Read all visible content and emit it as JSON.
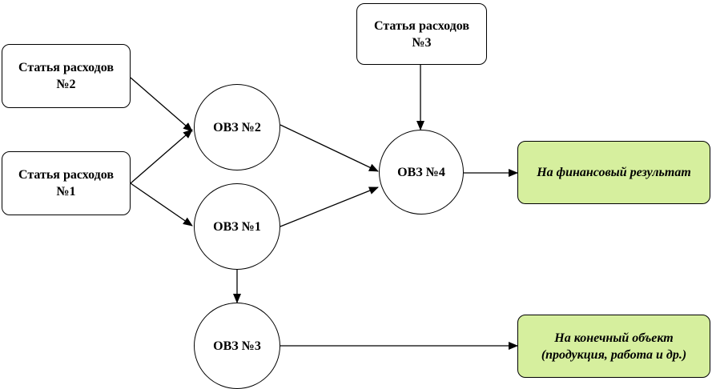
{
  "diagram": {
    "boxes": {
      "expense3": {
        "line1": "Статья расходов",
        "line2": "№3"
      },
      "expense2": {
        "line1": "Статья расходов",
        "line2": "№2"
      },
      "expense1": {
        "line1": "Статья расходов",
        "line2": "№1"
      }
    },
    "circles": {
      "ovz2": "ОВЗ №2",
      "ovz1": "ОВЗ №1",
      "ovz4": "ОВЗ №4",
      "ovz3": "ОВЗ №3"
    },
    "results": {
      "financial": "На финансовый результат",
      "final_object": {
        "line1": "На конечный объект",
        "line2": "(продукция, работа и др.)"
      }
    },
    "colors": {
      "result_fill": "#d6ef9e",
      "stroke": "#000000",
      "node_fill": "#ffffff"
    }
  }
}
